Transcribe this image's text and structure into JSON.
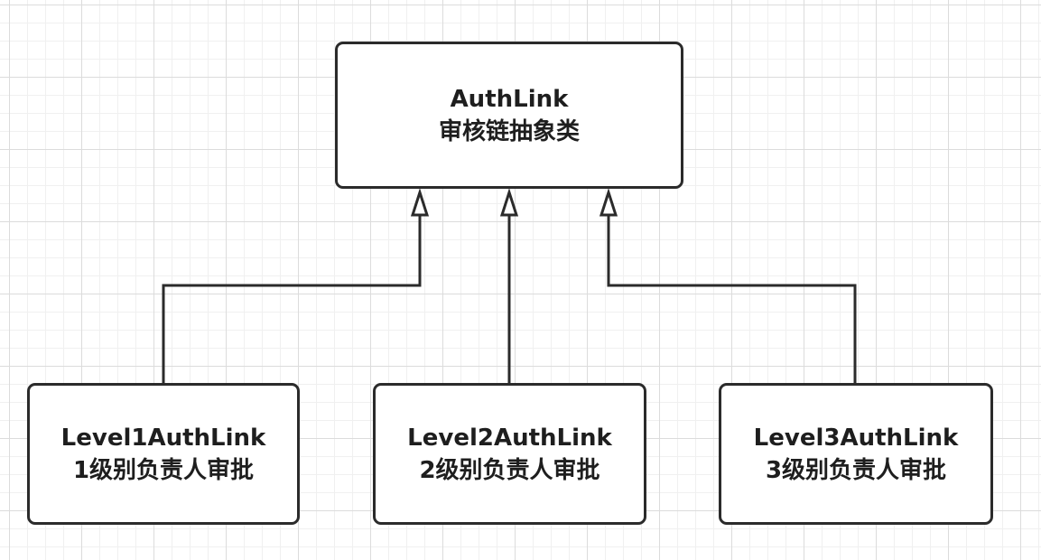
{
  "diagram": {
    "parent": {
      "name": "AuthLink",
      "desc": "审核链抽象类"
    },
    "children": [
      {
        "name": "Level1AuthLink",
        "desc": "1级别负责人审批"
      },
      {
        "name": "Level2AuthLink",
        "desc": "2级别负责人审批"
      },
      {
        "name": "Level3AuthLink",
        "desc": "3级别负责人审批"
      }
    ],
    "relation": "inheritance",
    "colors": {
      "stroke": "#2b2b2b",
      "grid_major": "#dcdcdc",
      "grid_minor": "#f0f0f0",
      "background": "#ffffff"
    }
  }
}
